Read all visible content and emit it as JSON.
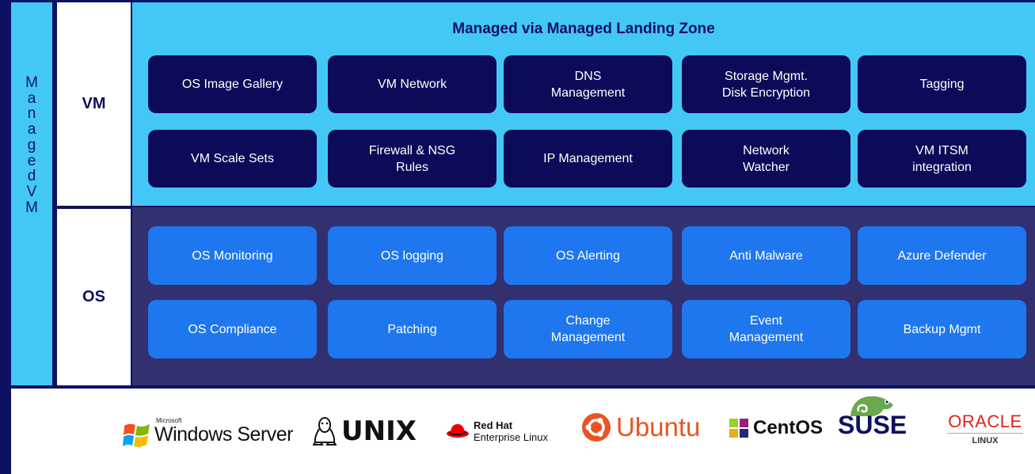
{
  "side_label": [
    "M",
    "a",
    "n",
    "a",
    "g",
    "e",
    "d",
    "V",
    "M"
  ],
  "vm_label": "VM",
  "os_label": "OS",
  "vm_title": "Managed via Managed Landing Zone",
  "vm_items": [
    "OS Image Gallery",
    "VM Network",
    "DNS\nManagement",
    "Storage Mgmt.\nDisk Encryption",
    "Tagging",
    "VM Scale Sets",
    "Firewall & NSG\nRules",
    "IP Management",
    "Network\nWatcher",
    "VM ITSM\nintegration"
  ],
  "os_items": [
    "OS Monitoring",
    "OS logging",
    "OS Alerting",
    "Anti Malware",
    "Azure Defender",
    "OS Compliance",
    "Patching",
    "Change\nManagement",
    "Event\nManagement",
    "Backup Mgmt"
  ],
  "logos": {
    "windows_small": "Microsoft",
    "windows": "Windows Server",
    "unix": "UNIX",
    "redhat_1": "Red Hat",
    "redhat_2": "Enterprise Linux",
    "ubuntu": "Ubuntu",
    "centos": "CentOS",
    "suse": "SUSE",
    "oracle": "ORACLE",
    "oracle_linux": "LINUX"
  },
  "colors": {
    "navy": "#0e1161",
    "light_blue": "#43c8f5",
    "os_band": "#32306e",
    "vm_cell": "#0b0b59",
    "os_cell": "#1e77ee"
  }
}
